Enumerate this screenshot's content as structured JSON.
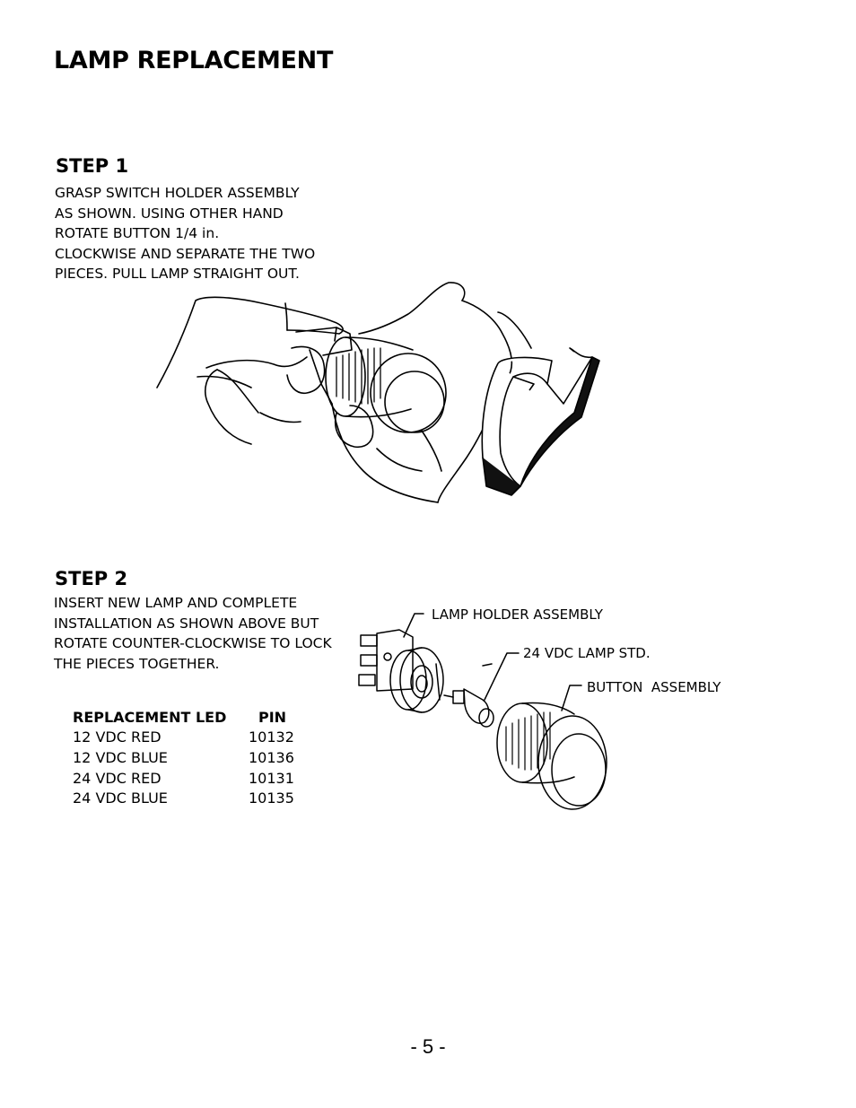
{
  "page": {
    "title": "LAMP REPLACEMENT",
    "page_number": "- 5 -"
  },
  "step1": {
    "heading": "STEP 1",
    "lines": [
      "GRASP SWITCH HOLDER ASSEMBLY",
      "AS SHOWN. USING OTHER HAND",
      "ROTATE BUTTON 1/4 in.",
      "CLOCKWISE AND SEPARATE THE TWO",
      "PIECES. PULL LAMP STRAIGHT OUT."
    ]
  },
  "step2": {
    "heading": "STEP 2",
    "lines": [
      "INSERT NEW LAMP AND COMPLETE",
      "INSTALLATION AS SHOWN ABOVE BUT",
      "ROTATE COUNTER-CLOCKWISE TO LOCK",
      "THE PIECES TOGETHER."
    ]
  },
  "diagram_labels": {
    "lamp_holder": "LAMP HOLDER ASSEMBLY",
    "lamp": "24 VDC LAMP STD.",
    "button": "BUTTON  ASSEMBLY"
  },
  "parts_table": {
    "headers": [
      "REPLACEMENT LED",
      "PIN"
    ],
    "rows": [
      [
        "12 VDC RED",
        "10132"
      ],
      [
        "12 VDC BLUE",
        "10136"
      ],
      [
        "24 VDC RED",
        "10131"
      ],
      [
        "24 VDC BLUE",
        "10135"
      ]
    ]
  }
}
